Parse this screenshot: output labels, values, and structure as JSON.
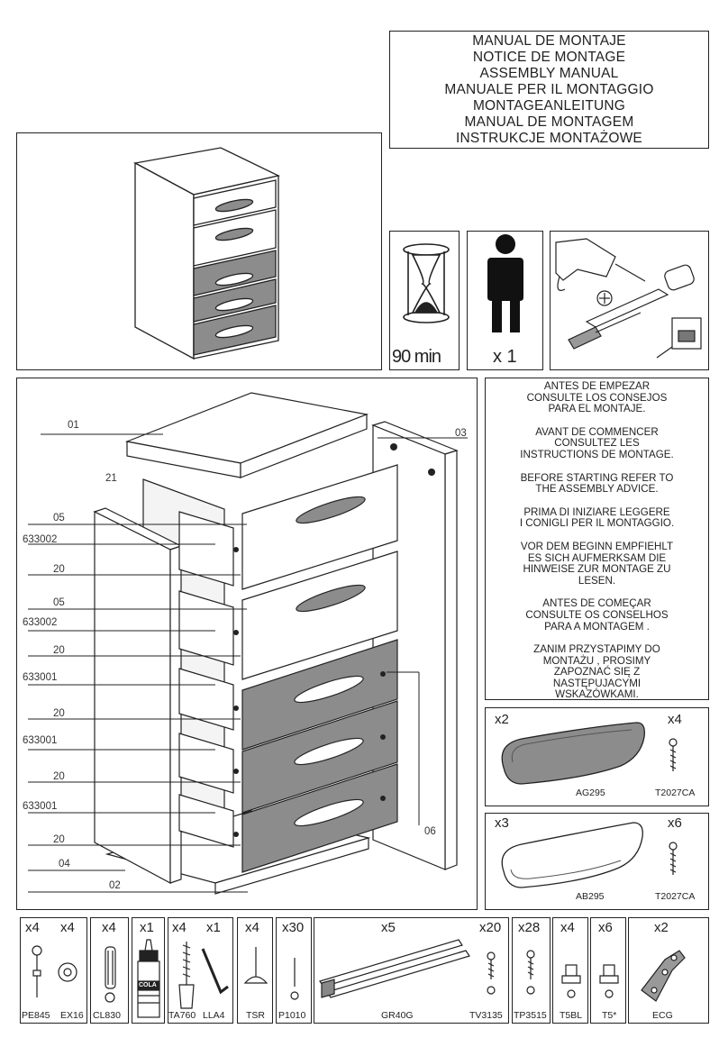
{
  "titles": [
    "MANUAL DE MONTAJE",
    "NOTICE DE MONTAGE",
    "ASSEMBLY MANUAL",
    "MANUALE PER IL MONTAGGIO",
    "MONTAGEANLEITUNG",
    "MANUAL DE MONTAGEM",
    "INSTRUKCJE MONTAŻOWE"
  ],
  "time": "90 min",
  "persons": "x 1",
  "notes": [
    "ANTES DE EMPEZAR\nCONSULTE LOS CONSEJOS\nPARA EL MONTAJE.",
    "AVANT DE COMMENCER\nCONSULTEZ LES\nINSTRUCTIONS DE MONTAGE.",
    "BEFORE STARTING REFER TO\nTHE ASSEMBLY ADVICE.",
    "PRIMA DI INIZIARE LEGGERE\nI CONIGLI PER IL MONTAGGIO.",
    "VOR DEM BEGINN EMPFIEHLT\nES SICH AUFMERKSAM DIE\nHINWEISE ZUR MONTAGE ZU\nLESEN.",
    "ANTES DE COMEÇAR\nCONSULTE OS CONSELHOS\nPARA A MONTAGEM .",
    "ZANIM PRZYSTAPIMY DO\nMONTAŻU , PROSIMY\nZAPOZNAĆ SIĘ Z\nNASTĘPUJACYMI\nWSKAZÓWKAMI."
  ],
  "parts": {
    "p01": "01",
    "p03": "03",
    "p21": "21",
    "p05a": "05",
    "p633002a": "633002",
    "p20a": "20",
    "p05b": "05",
    "p633002b": "633002",
    "p20b": "20",
    "p633001a": "633001",
    "p20c": "20",
    "p633001b": "633001",
    "p20d": "20",
    "p633001c": "633001",
    "p20e": "20",
    "p04": "04",
    "p02": "02",
    "p06": "06"
  },
  "handles": [
    {
      "qty_left": "x2",
      "qty_right": "x4",
      "code_left": "AG295",
      "code_right": "T2027CA"
    },
    {
      "qty_left": "x3",
      "qty_right": "x6",
      "code_left": "AB295",
      "code_right": "T2027CA"
    }
  ],
  "hardware": {
    "c1": {
      "q1": "x4",
      "q2": "x4",
      "k1": "PE845",
      "k2": "EX16"
    },
    "c2": {
      "q1": "x4",
      "k1": "CL830"
    },
    "c3": {
      "q1": "x1",
      "label": "COLA"
    },
    "c4": {
      "q1": "x4",
      "q2": "x1",
      "k1": "TA760",
      "k2": "LLA4"
    },
    "c5": {
      "q1": "x4",
      "k1": "TSR"
    },
    "c6": {
      "q1": "x30",
      "k1": "P1010"
    },
    "c7": {
      "q1": "x5",
      "q2": "x20",
      "k1": "GR40G",
      "k2": "TV3135"
    },
    "c8": {
      "q1": "x28",
      "k1": "TP3515"
    },
    "c9": {
      "q1": "x4",
      "k1": "T5BL"
    },
    "c10": {
      "q1": "x6",
      "k1": "T5*"
    },
    "c11": {
      "q1": "x2",
      "k1": "ECG"
    }
  },
  "colors": {
    "grey_front": "#8c8c8c",
    "line": "#222222"
  }
}
